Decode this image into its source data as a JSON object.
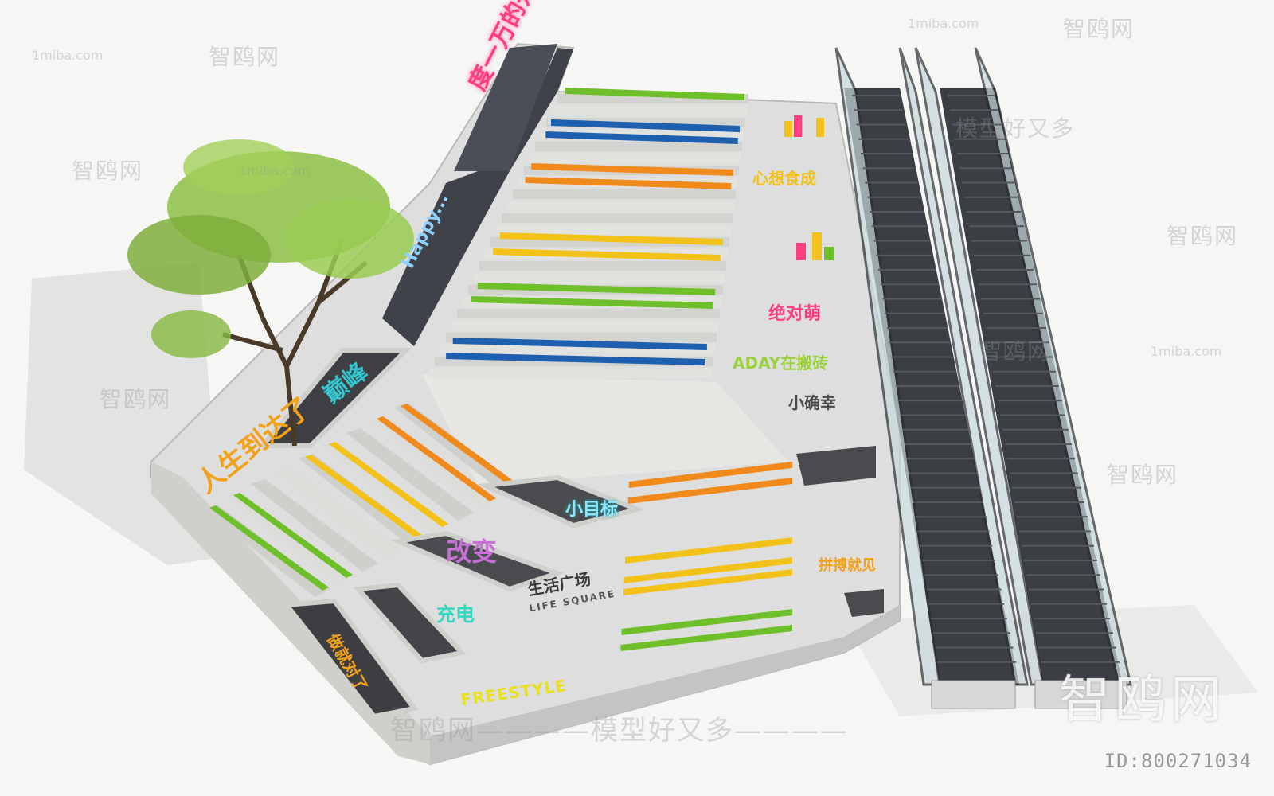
{
  "watermarks": {
    "top_left": "1miba.com",
    "top_right": "1miba.com",
    "mid_right": "1miba.com",
    "mid_left": "1miba.com",
    "brand": "智鸥网",
    "slogan": "模型好又多",
    "bottom_slogan": "智鸥网————模型好又多————",
    "big_brand": "智鸥网",
    "id_text": "ID:800271034"
  },
  "signs": {
    "wall_top": "度一万的开心",
    "wall_mid": "Happy...",
    "left_big": "人生到达了",
    "left_peak": "巅峰",
    "right_1": "心想食成",
    "right_2": "绝对萌",
    "right_3": "ADAY在搬砖",
    "right_4": "小确幸",
    "target": "小目标",
    "change": "改变",
    "life": "生活广场",
    "life_en": "LIFE SQUARE",
    "charge": "充电",
    "right_5": "拼搏就见",
    "bottom_left": "做就对了",
    "freestyle": "FREESTYLE"
  },
  "colors": {
    "green": "#6fbf2a",
    "blue": "#1f5fb0",
    "orange": "#f08a1c",
    "yellow": "#f2c21a",
    "stone": "#d9d9d6",
    "stone_dark": "#b9bab7",
    "escalator": "#3b3f44",
    "glass": "#c8d7dc",
    "tree": "#7fae3c"
  }
}
